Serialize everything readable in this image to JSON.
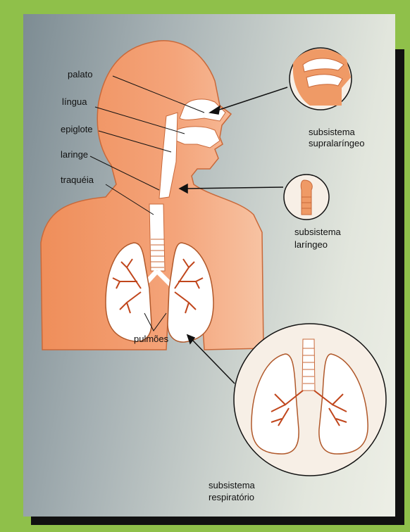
{
  "labels": {
    "palato": "palato",
    "lingua": "língua",
    "epiglote": "epiglote",
    "laringe": "laringe",
    "traqueia": "traquéia",
    "pulmoes": "pulmões"
  },
  "subsystems": {
    "supralaringeo": [
      "subsistema",
      "supralaríngeo"
    ],
    "laringeo": [
      "subsistema",
      "laríngeo"
    ],
    "respiratorio": [
      "subsistema",
      "respiratório"
    ]
  },
  "colors": {
    "body": "#f29b6b",
    "outline": "#b0582a",
    "airway": "#ffffff",
    "bronchi": "#c0461c",
    "frame_border": "#111111",
    "background": "#8fc04a"
  }
}
